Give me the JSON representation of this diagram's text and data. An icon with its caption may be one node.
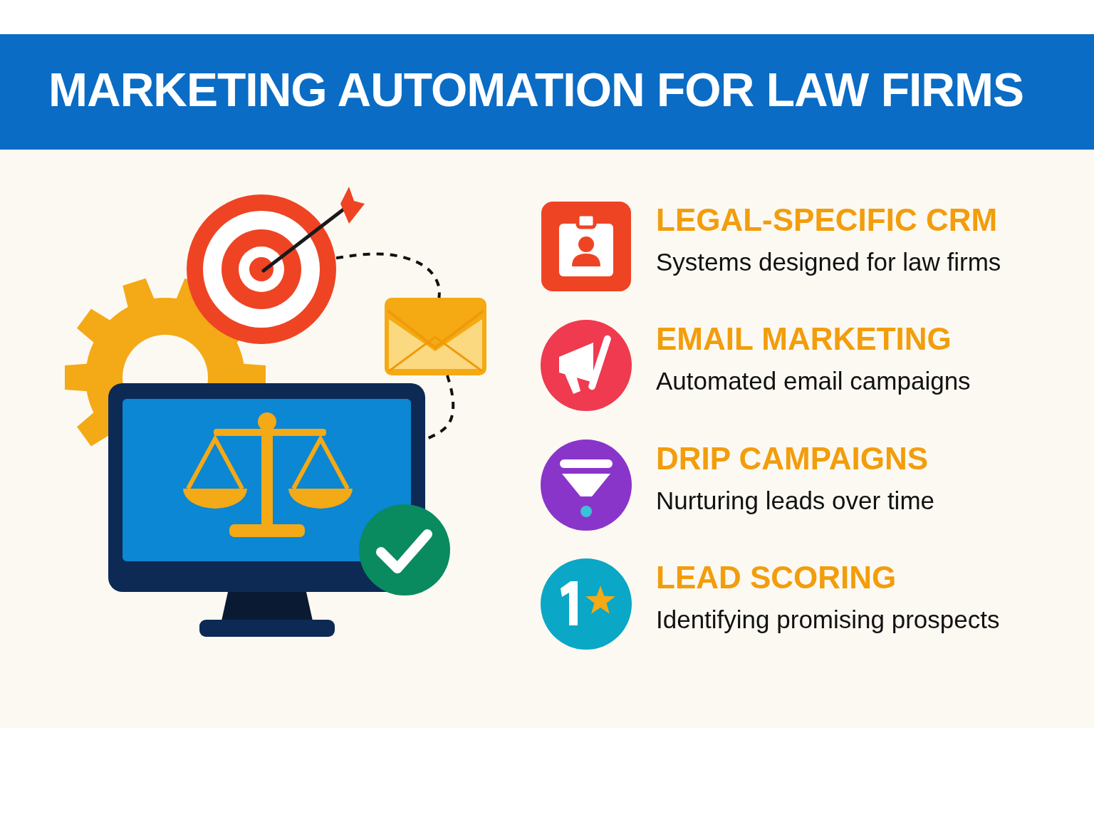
{
  "diagram": {
    "title": "MARKETING AUTOMATION FOR LAW FIRMS",
    "nodes": [
      {
        "text": [],
        "shape": "picture"
      },
      {
        "text": [],
        "shape": "picture"
      },
      {
        "text": [],
        "shape": "picture"
      }
    ],
    "edges": [
      {
        "from": 0,
        "to": 1,
        "arrow": "none",
        "style": "dashed"
      },
      {
        "from": 1,
        "to": 2,
        "arrow": "none",
        "style": "dashed"
      }
    ],
    "labels": [
      "LEGAL-SPECIFIC CRM",
      "Systems designed for law firms",
      "EMAIL MARKETING",
      "Automated email campaigns",
      "DRIP CAMPAIGNS",
      "Nurturing leads over time",
      "LEAD SCORING",
      "Identifying promising prospects"
    ]
  }
}
